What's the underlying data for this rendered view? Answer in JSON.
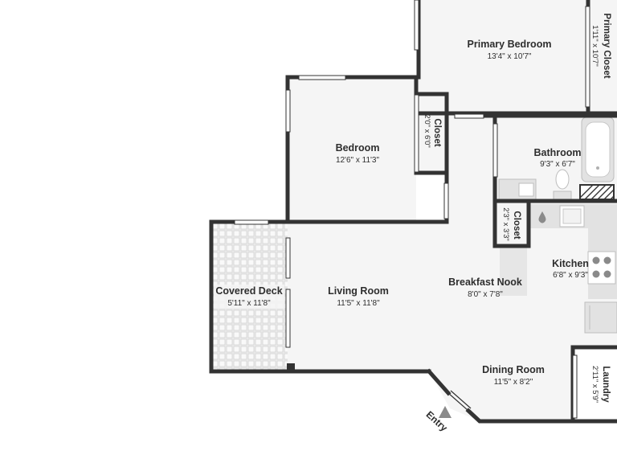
{
  "plan": {
    "rooms": [
      {
        "id": "primary-bedroom",
        "name": "Primary Bedroom",
        "dims": "13'4\" x 10'7\""
      },
      {
        "id": "primary-closet",
        "name": "Primary Closet",
        "dims": "1'11\" x 10'7\""
      },
      {
        "id": "bedroom",
        "name": "Bedroom",
        "dims": "12'6\" x 11'3\""
      },
      {
        "id": "bedroom-closet",
        "name": "Closet",
        "dims": "2'0\" x 6'0\""
      },
      {
        "id": "bathroom",
        "name": "Bathroom",
        "dims": "9'3\" x 6'7\""
      },
      {
        "id": "hall-closet",
        "name": "Closet",
        "dims": "2'3\" x 3'3\""
      },
      {
        "id": "kitchen",
        "name": "Kitchen",
        "dims": "6'8\" x 9'3\""
      },
      {
        "id": "breakfast-nook",
        "name": "Breakfast Nook",
        "dims": "8'0\" x 7'8\""
      },
      {
        "id": "living-room",
        "name": "Living Room",
        "dims": "11'5\" x 11'8\""
      },
      {
        "id": "covered-deck",
        "name": "Covered Deck",
        "dims": "5'11\" x 11'8\""
      },
      {
        "id": "dining-room",
        "name": "Dining Room",
        "dims": "11'5\" x 8'2\""
      },
      {
        "id": "laundry",
        "name": "Laundry",
        "dims": "2'11\" x 5'9\""
      }
    ],
    "entry_label": "Entry",
    "colors": {
      "floor": "#f5f5f5",
      "wall": "#333333",
      "deck": "#e6e6e6",
      "fixture": "#e2e2e2",
      "text": "#2e2e2e",
      "entry_arrow": "#8a8a8a"
    }
  }
}
